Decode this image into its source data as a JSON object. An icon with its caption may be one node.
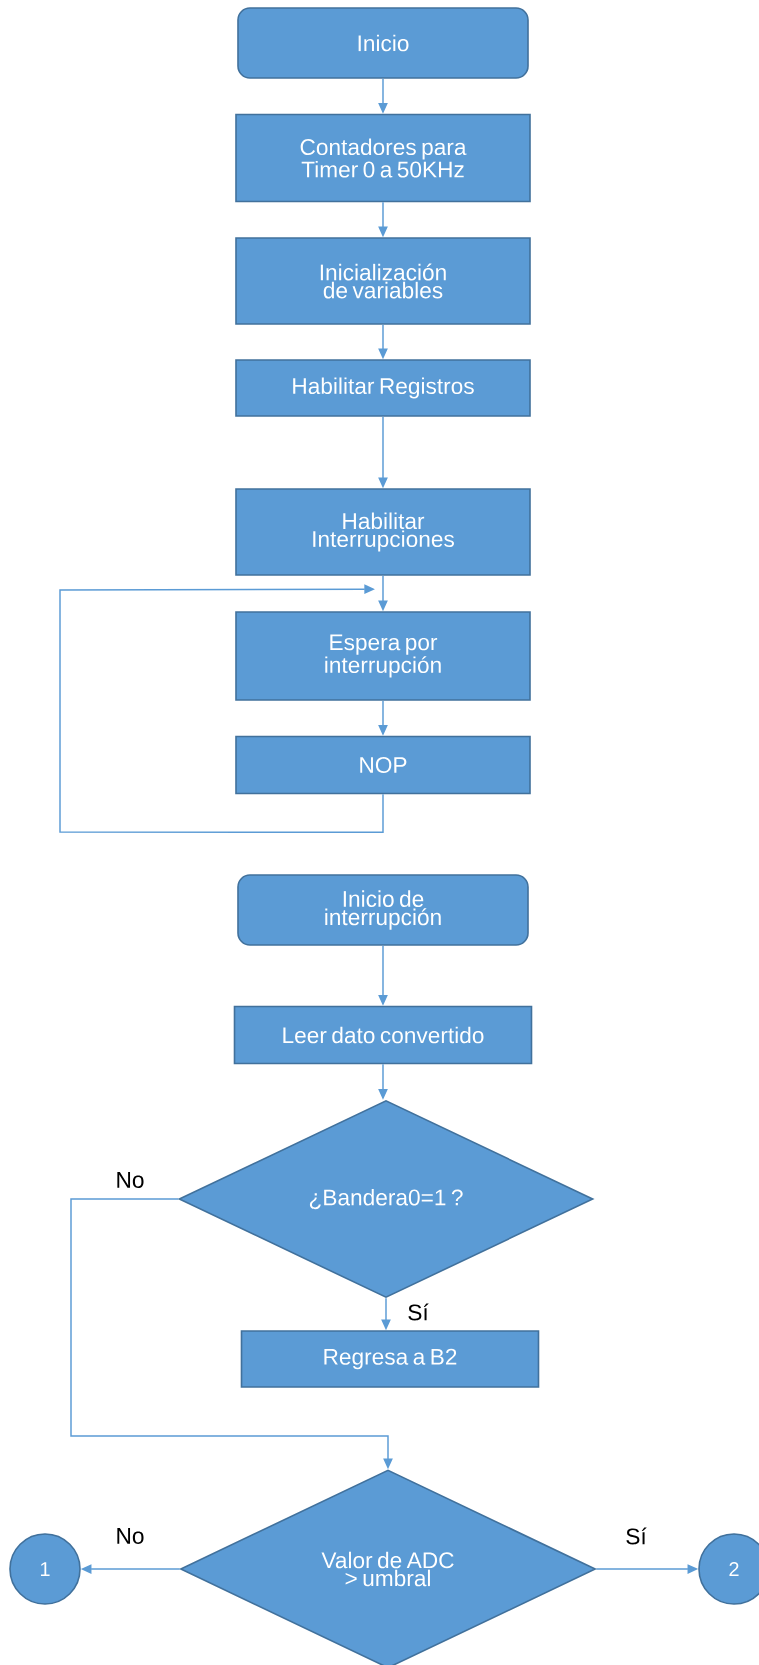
{
  "diagram": {
    "nodes": [
      {
        "text": [
          "Inicio"
        ]
      },
      {
        "text": [
          "Contadores para Timer 0 a 50KHz"
        ]
      },
      {
        "text": [
          "Inicialización de variables"
        ]
      },
      {
        "text": [
          "Habilitar Registros"
        ]
      },
      {
        "text": [
          "Habilitar Interrupciones"
        ]
      },
      {
        "text": [
          "Espera por interrupción"
        ]
      },
      {
        "text": [
          "NOP"
        ]
      },
      {
        "text": [
          "Inicio de interrupción"
        ]
      },
      {
        "text": [
          "Leer dato convertido"
        ]
      },
      {
        "text": [
          "¿Bandera0=1 ?"
        ]
      },
      {
        "text": [
          "Regresa a B2"
        ]
      },
      {
        "text": [
          "Valor de ADC > umbral"
        ]
      },
      {
        "text": [
          "1"
        ]
      },
      {
        "text": [
          "2"
        ]
      }
    ],
    "edges": [
      {
        "from": 0,
        "to": 1,
        "arrow": "to"
      },
      {
        "from": 1,
        "to": 2,
        "arrow": "to"
      },
      {
        "from": 2,
        "to": 3,
        "arrow": "to"
      },
      {
        "from": 3,
        "to": 4,
        "arrow": "to"
      },
      {
        "from": 4,
        "to": 5,
        "arrow": "to"
      },
      {
        "from": 5,
        "to": 6,
        "arrow": "to"
      },
      {
        "from": 6,
        "to": 5,
        "arrow": "to"
      },
      {
        "from": 7,
        "to": 8,
        "arrow": "to"
      },
      {
        "from": 8,
        "to": 9,
        "arrow": "to"
      },
      {
        "from": 9,
        "to": 10,
        "arrow": "to",
        "label": "Sí"
      },
      {
        "from": 9,
        "to": 11,
        "arrow": "to",
        "label": "No"
      },
      {
        "from": 11,
        "to": 12,
        "arrow": "to",
        "label": "No"
      },
      {
        "from": 11,
        "to": 13,
        "arrow": "to",
        "label": "Sí"
      }
    ]
  }
}
